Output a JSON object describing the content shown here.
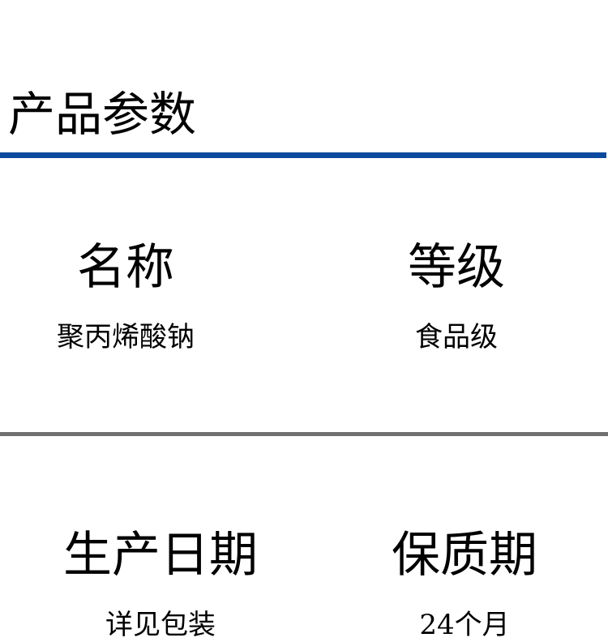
{
  "section": {
    "title": "产品参数",
    "rule_color": "#0b4a9e",
    "divider_color": "#6f6f6f"
  },
  "params": {
    "name": {
      "label": "名称",
      "value": "聚丙烯酸钠"
    },
    "grade": {
      "label": "等级",
      "value": "食品级"
    },
    "production_date": {
      "label": "生产日期",
      "value": "详见包装"
    },
    "shelf_life": {
      "label": "保质期",
      "value": "24个月"
    }
  }
}
